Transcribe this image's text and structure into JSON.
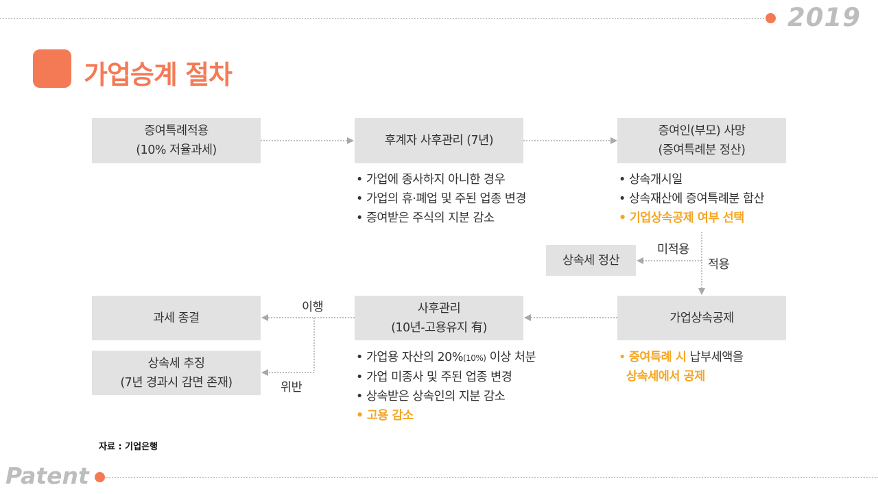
{
  "header": {
    "year": "2019"
  },
  "title": "가업승계 절차",
  "footer": {
    "brand": "Patent"
  },
  "boxes": {
    "gift_special": {
      "line1": "증여특례적용",
      "line2": "(10% 저율과세)"
    },
    "successor_mgmt": {
      "line1": "후계자 사후관리 (7년)"
    },
    "donor_death": {
      "line1": "증여인(부모) 사망",
      "line2": "(증여특례분 정산)"
    },
    "inheritance_settle": {
      "line1": "상속세 정산"
    },
    "business_deduction": {
      "line1": "가업상속공제"
    },
    "post_mgmt": {
      "line1": "사후관리",
      "line2": "(10년-고용유지 有)"
    },
    "tax_end": {
      "line1": "과세 종결"
    },
    "tax_collect": {
      "line1": "상속세 추징",
      "line2": "(7년 경과시 감면 존재)"
    }
  },
  "lists": {
    "successor_conditions": [
      "가업에 종사하지 아니한 경우",
      "가업의 휴·폐업 및 주된 업종 변경",
      "증여받은 주식의 지분 감소"
    ],
    "death_items": [
      "상속개시일",
      "상속재산에 증여특례분 합산",
      "기업상속공제 여부 선택"
    ],
    "post_conditions": {
      "item1_pre": "가업용 자산의 20%",
      "item1_small": "(10%)",
      "item1_post": " 이상 처분",
      "item2": "가업 미종사 및 주된 업종 변경",
      "item3": "상속받은 상속인의 지분 감소",
      "item4": "고용 감소"
    },
    "deduction_note": {
      "part1_hl": "증여특례 시",
      "part1_rest": " 납부세액을",
      "part2_hl": "상속세에서 공제"
    }
  },
  "labels": {
    "not_applied": "미적용",
    "applied": "적용",
    "fulfilled": "이행",
    "violation": "위반"
  },
  "source": "자료 : 기업은행",
  "colors": {
    "accent": "#f47a55",
    "highlight": "#f5a623",
    "box": "#e2e2e2"
  }
}
